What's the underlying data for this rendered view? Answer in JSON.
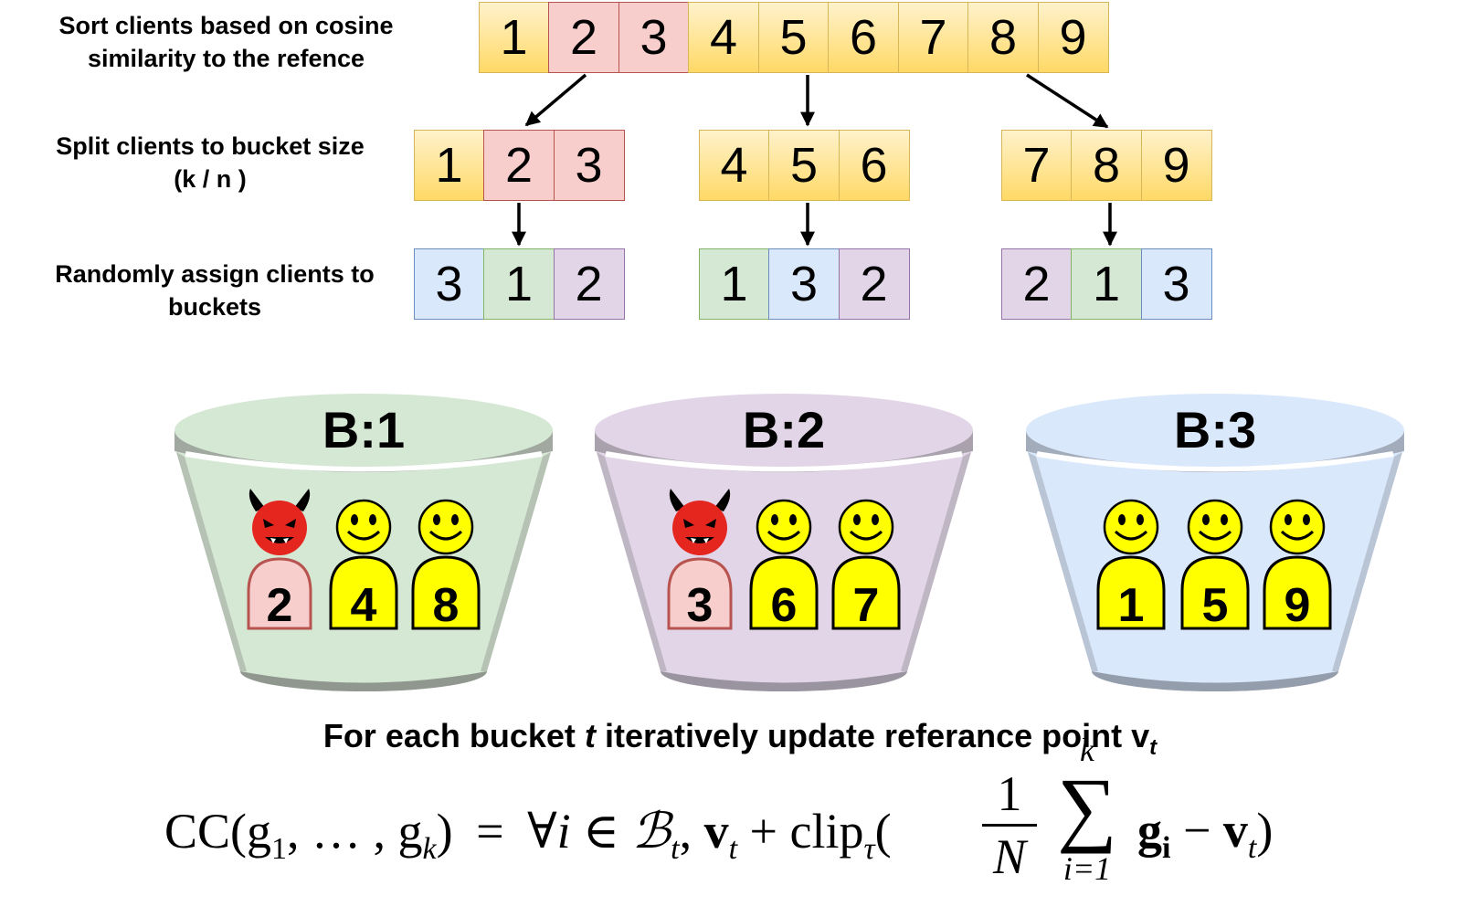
{
  "labels": {
    "sort": [
      "Sort clients based on cosine",
      "similarity to the refence"
    ],
    "split": [
      "Split clients to bucket size",
      "(k / n )"
    ],
    "assign": [
      "Randomly assign clients to",
      "buckets"
    ]
  },
  "sorted_row": [
    {
      "text": "1",
      "color": "yellow"
    },
    {
      "text": "2",
      "color": "red"
    },
    {
      "text": "3",
      "color": "red"
    },
    {
      "text": "4",
      "color": "yellow"
    },
    {
      "text": "5",
      "color": "yellow"
    },
    {
      "text": "6",
      "color": "yellow"
    },
    {
      "text": "7",
      "color": "yellow"
    },
    {
      "text": "8",
      "color": "yellow"
    },
    {
      "text": "9",
      "color": "yellow"
    }
  ],
  "split_groups": [
    [
      {
        "text": "1",
        "color": "yellow"
      },
      {
        "text": "2",
        "color": "red"
      },
      {
        "text": "3",
        "color": "red"
      }
    ],
    [
      {
        "text": "4",
        "color": "yellow"
      },
      {
        "text": "5",
        "color": "yellow"
      },
      {
        "text": "6",
        "color": "yellow"
      }
    ],
    [
      {
        "text": "7",
        "color": "yellow"
      },
      {
        "text": "8",
        "color": "yellow"
      },
      {
        "text": "9",
        "color": "yellow"
      }
    ]
  ],
  "assign_groups": [
    [
      {
        "text": "3",
        "color": "blue"
      },
      {
        "text": "1",
        "color": "green"
      },
      {
        "text": "2",
        "color": "purple"
      }
    ],
    [
      {
        "text": "1",
        "color": "green"
      },
      {
        "text": "3",
        "color": "blue"
      },
      {
        "text": "2",
        "color": "purple"
      }
    ],
    [
      {
        "text": "2",
        "color": "purple"
      },
      {
        "text": "1",
        "color": "green"
      },
      {
        "text": "3",
        "color": "blue"
      }
    ]
  ],
  "buckets": [
    {
      "title": "B:1",
      "theme": "green",
      "clients": [
        {
          "id": "2",
          "kind": "malicious"
        },
        {
          "id": "4",
          "kind": "benign"
        },
        {
          "id": "8",
          "kind": "benign"
        }
      ]
    },
    {
      "title": "B:2",
      "theme": "purple",
      "clients": [
        {
          "id": "3",
          "kind": "malicious"
        },
        {
          "id": "6",
          "kind": "benign"
        },
        {
          "id": "7",
          "kind": "benign"
        }
      ]
    },
    {
      "title": "B:3",
      "theme": "blue",
      "clients": [
        {
          "id": "1",
          "kind": "benign"
        },
        {
          "id": "5",
          "kind": "benign"
        },
        {
          "id": "9",
          "kind": "benign"
        }
      ]
    }
  ],
  "caption": {
    "text": "For each bucket",
    "var": "t",
    "rest": "iteratively update referance point v",
    "sub": "t"
  },
  "formula": {
    "lhs": "CC(g",
    "lhs_sub1": "1",
    "lhs_mid": ", … , g",
    "lhs_subk": "k",
    "lhs_close": ")",
    "eq": "=",
    "forall": "∀i ∈",
    "setB": "ℬ",
    "setB_sub": "t",
    "v": "v",
    "v_sub": "t",
    "plus": "+ clip",
    "clip_sub": "τ",
    "frac_num": "1",
    "frac_den": "N",
    "sum_top": "k",
    "sum_bottom": "i=1",
    "sum_sym": "∑",
    "g": "g",
    "g_sub": "i",
    "minus": "−",
    "v2": "v",
    "v2_sub": "t"
  },
  "colors": {
    "yellow": "#ffd966",
    "red": "#f8cecc",
    "blue": "#dae8fc",
    "green": "#d5e8d4",
    "purple": "#e1d5e7",
    "smiley": "#ffff00",
    "devil": "#e5261f"
  }
}
